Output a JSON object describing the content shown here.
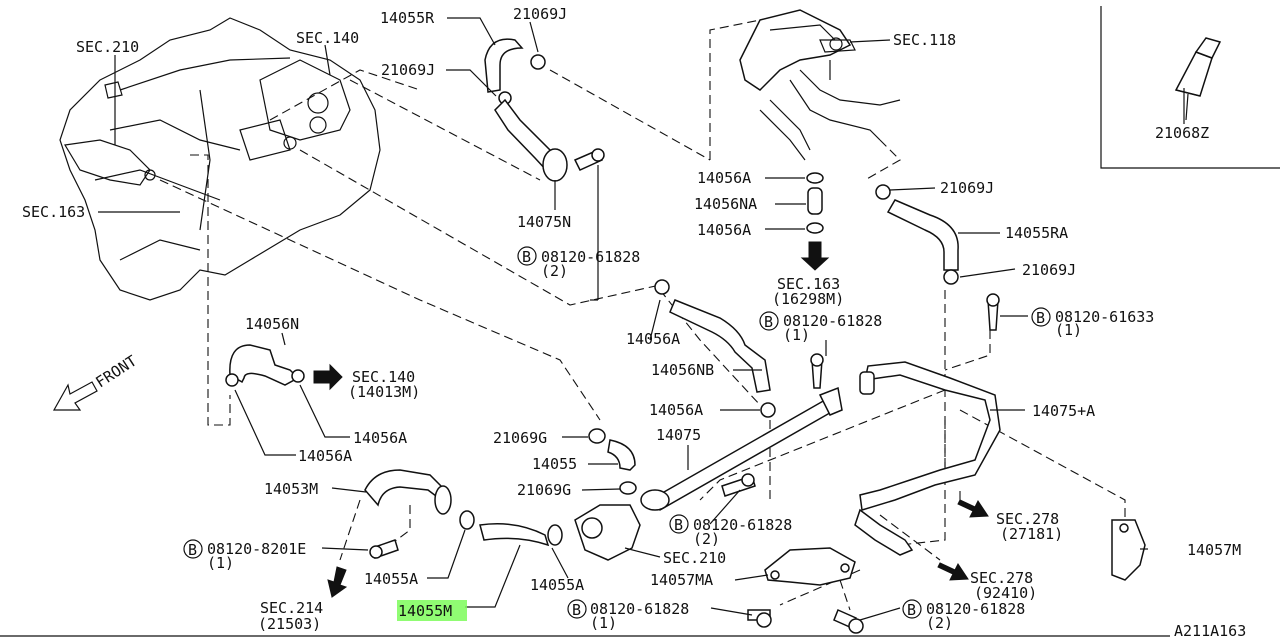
{
  "labels": {
    "sec210_top": "SEC.210",
    "sec140_top": "SEC.140",
    "p14055R": "14055R",
    "p21069J_a": "21069J",
    "p21069J_b": "21069J",
    "sec118": "SEC.118",
    "p21068Z": "21068Z",
    "sec163_left": "SEC.163",
    "p14075N": "14075N",
    "bolt1_num": "08120-61828",
    "bolt1_qty": "(2)",
    "p14056A_r1": "14056A",
    "p14056NA": "14056NA",
    "p14056A_r2": "14056A",
    "sec163_mid": "SEC.163",
    "sec163_mid_code": "(16298M)",
    "p21069J_c": "21069J",
    "p14055RA": "14055RA",
    "p21069J_d": "21069J",
    "bolt2_num": "08120-61633",
    "bolt2_qty": "(1)",
    "p14056N": "14056N",
    "sec140_mid": "SEC.140",
    "sec140_mid_code": "(14013M)",
    "front": "FRONT",
    "p14056A_m1": "14056A",
    "bolt3_num": "08120-61828",
    "bolt3_qty": "(1)",
    "p14056A_l1": "14056A",
    "p14056A_l2": "14056A",
    "p14056NB": "14056NB",
    "p14056A_m2": "14056A",
    "p14075A": "14075+A",
    "p21069G_a": "21069G",
    "p14075": "14075",
    "p14055": "14055",
    "p14053M": "14053M",
    "p21069G_b": "21069G",
    "bolt4_num": "08120-8201E",
    "bolt4_qty": "(1)",
    "p14055A_l": "14055A",
    "p14055A_r": "14055A",
    "sec210_bot": "SEC.210",
    "bolt5_num": "08120-61828",
    "bolt5_qty": "(2)",
    "sec278_a": "SEC.278",
    "sec278_a_code": "(27181)",
    "p14057M": "14057M",
    "p14057MA": "14057MA",
    "sec278_b": "SEC.278",
    "sec278_b_code": "(92410)",
    "sec214": "SEC.214",
    "sec214_code": "(21503)",
    "p14055M": "14055M",
    "bolt6_num": "08120-61828",
    "bolt6_qty": "(1)",
    "bolt7_num": "08120-61828",
    "bolt7_qty": "(2)",
    "diagram_code": "A211A163",
    "bolt_marker": "B"
  },
  "colors": {
    "highlight": "#7CFC5A",
    "ink": "#111111"
  }
}
